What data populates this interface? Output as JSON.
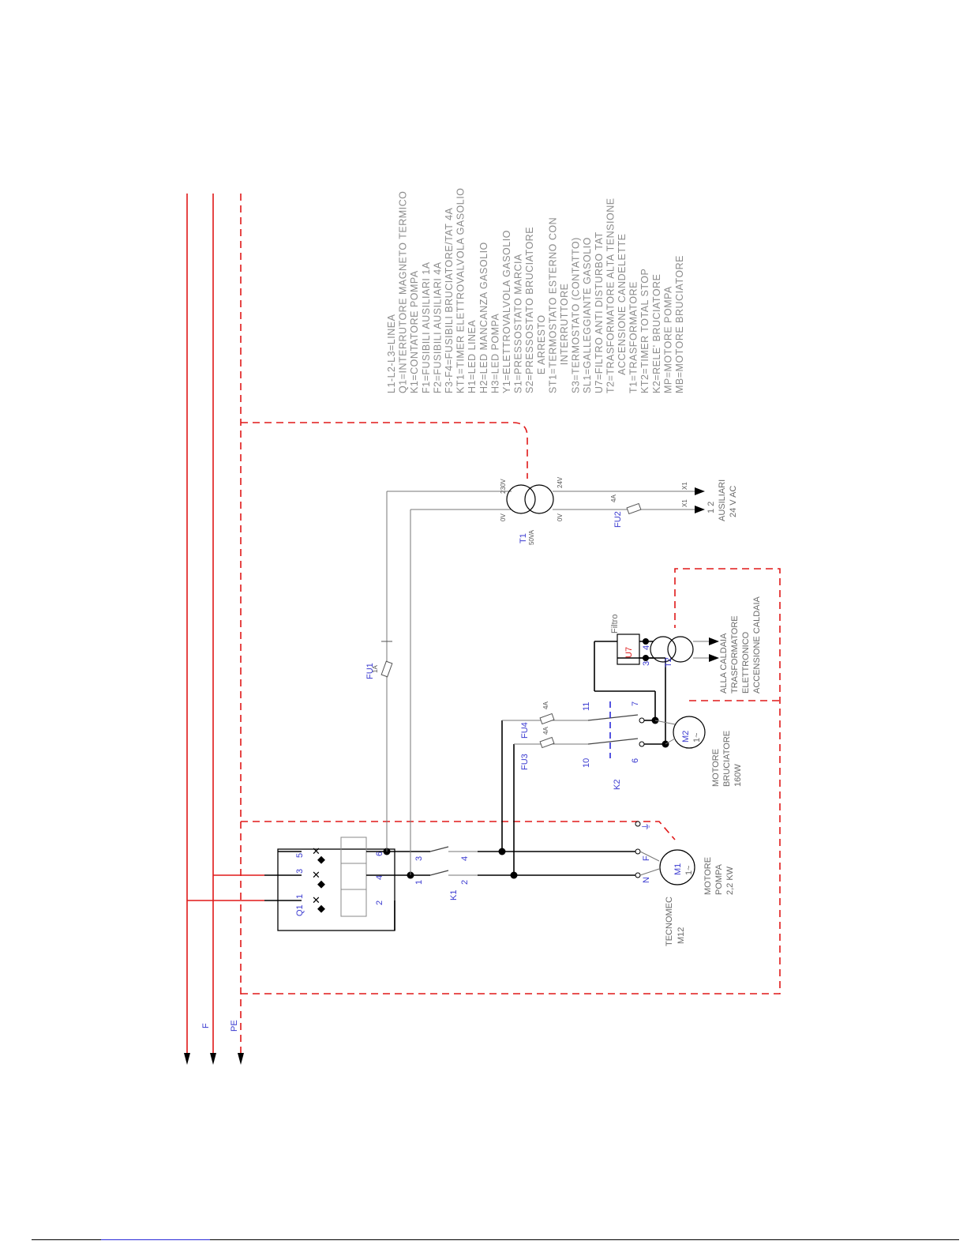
{
  "legend": {
    "lines": [
      "L1-L2-L3=LINEA",
      "Q1=INTERRUTORE MAGNETO TERMICO",
      "K1=CONTATORE POMPA",
      "F1=FUSIBILI AUSILIARI 1A",
      "F2=FUSIBILI AUSILIARI 4A",
      "F3-F4=FUSIBILI BRUCIATORE/TAT 4A",
      "KT1=TIMER ELETTROVALVOLA GASOLIO",
      "H1=LED LINEA",
      "H2=LED MANCANZA GASOLIO",
      "H3=LED POMPA",
      "Y1=ELETTROVALVOLA GASOLIO",
      "S1=PRESSOSTATO MARCIA",
      "S2=PRESSOSTATO BRUCIATORE",
      "      E ARRESTO",
      "ST1=TERMOSTATO ESTERNO CON",
      "         INTERRUTTORE",
      "S3=TERMOSTATO (CONTATTO)",
      "SL1=GALLEGGIANTE GASOLIO",
      "U7=FILTRO ANTI DISTURBO TAT",
      "T2=TRASFORMATORE ALTA TENSIONE",
      "      ACCENSIONE CANDELETTE",
      "T1=TRASFORMATORE",
      "KT2=TIMER TOTAL STOP",
      "K2=RELE' BRUCIATORE",
      "MP=MOTORE POMPA",
      "MB=MOTORE BRUCIATORE"
    ]
  },
  "supply": {
    "line_label": "F",
    "earth_label": "PE"
  },
  "breaker": {
    "ref": "Q1",
    "t1": "1",
    "t2": "2",
    "t3": "3",
    "t4": "4",
    "t5": "5",
    "t6": "6",
    "brand": "TECNOMEC",
    "model": "M12"
  },
  "contactor_k1": {
    "ref": "K1",
    "t1": "1",
    "t2": "2",
    "t3": "3",
    "t4": "4"
  },
  "pump_motor": {
    "ref": "M1",
    "phase": "1~",
    "term_n": "N",
    "term_f": "F",
    "term_pe": "⏚",
    "desc_1": "MOTORE",
    "desc_2": "POMPA",
    "desc_3": "2,2 KW"
  },
  "fuse_fu1": {
    "ref": "FU1",
    "rating": "1A"
  },
  "transformer_t1": {
    "ref": "T1",
    "power": "50VA",
    "primary_hi": "230V",
    "primary_lo": "0V",
    "secondary_hi": "24V",
    "secondary_lo": "0V"
  },
  "fuse_fu2": {
    "ref": "FU2",
    "rating": "4A"
  },
  "aux_outputs": {
    "tag_1": "X1",
    "tag_2": "X1",
    "num": "1  2",
    "label_1": "AUSILIARI",
    "label_2": "24 V AC"
  },
  "fuse_fu3": {
    "ref": "FU3",
    "rating": "4A"
  },
  "fuse_fu4": {
    "ref": "FU4",
    "rating": "4A"
  },
  "relay_k2": {
    "ref": "K2",
    "t10": "10",
    "t11": "11",
    "t6": "6",
    "t7": "7"
  },
  "burner_motor": {
    "ref": "M2",
    "phase": "1~",
    "desc_1": "MOTORE",
    "desc_2": "BRUCIATORE",
    "desc_3": "160W"
  },
  "filter_u7": {
    "ref": "U7",
    "label": "Filtro",
    "t3": "3",
    "t4": "4"
  },
  "transformer_t2": {
    "ref": "T2",
    "desc_1": "ALLA CALDAIA",
    "desc_2": "TRASFORMATORE",
    "desc_3": "ELETTRONICO",
    "desc_4": "ACCENSIONE CALDAIA"
  }
}
